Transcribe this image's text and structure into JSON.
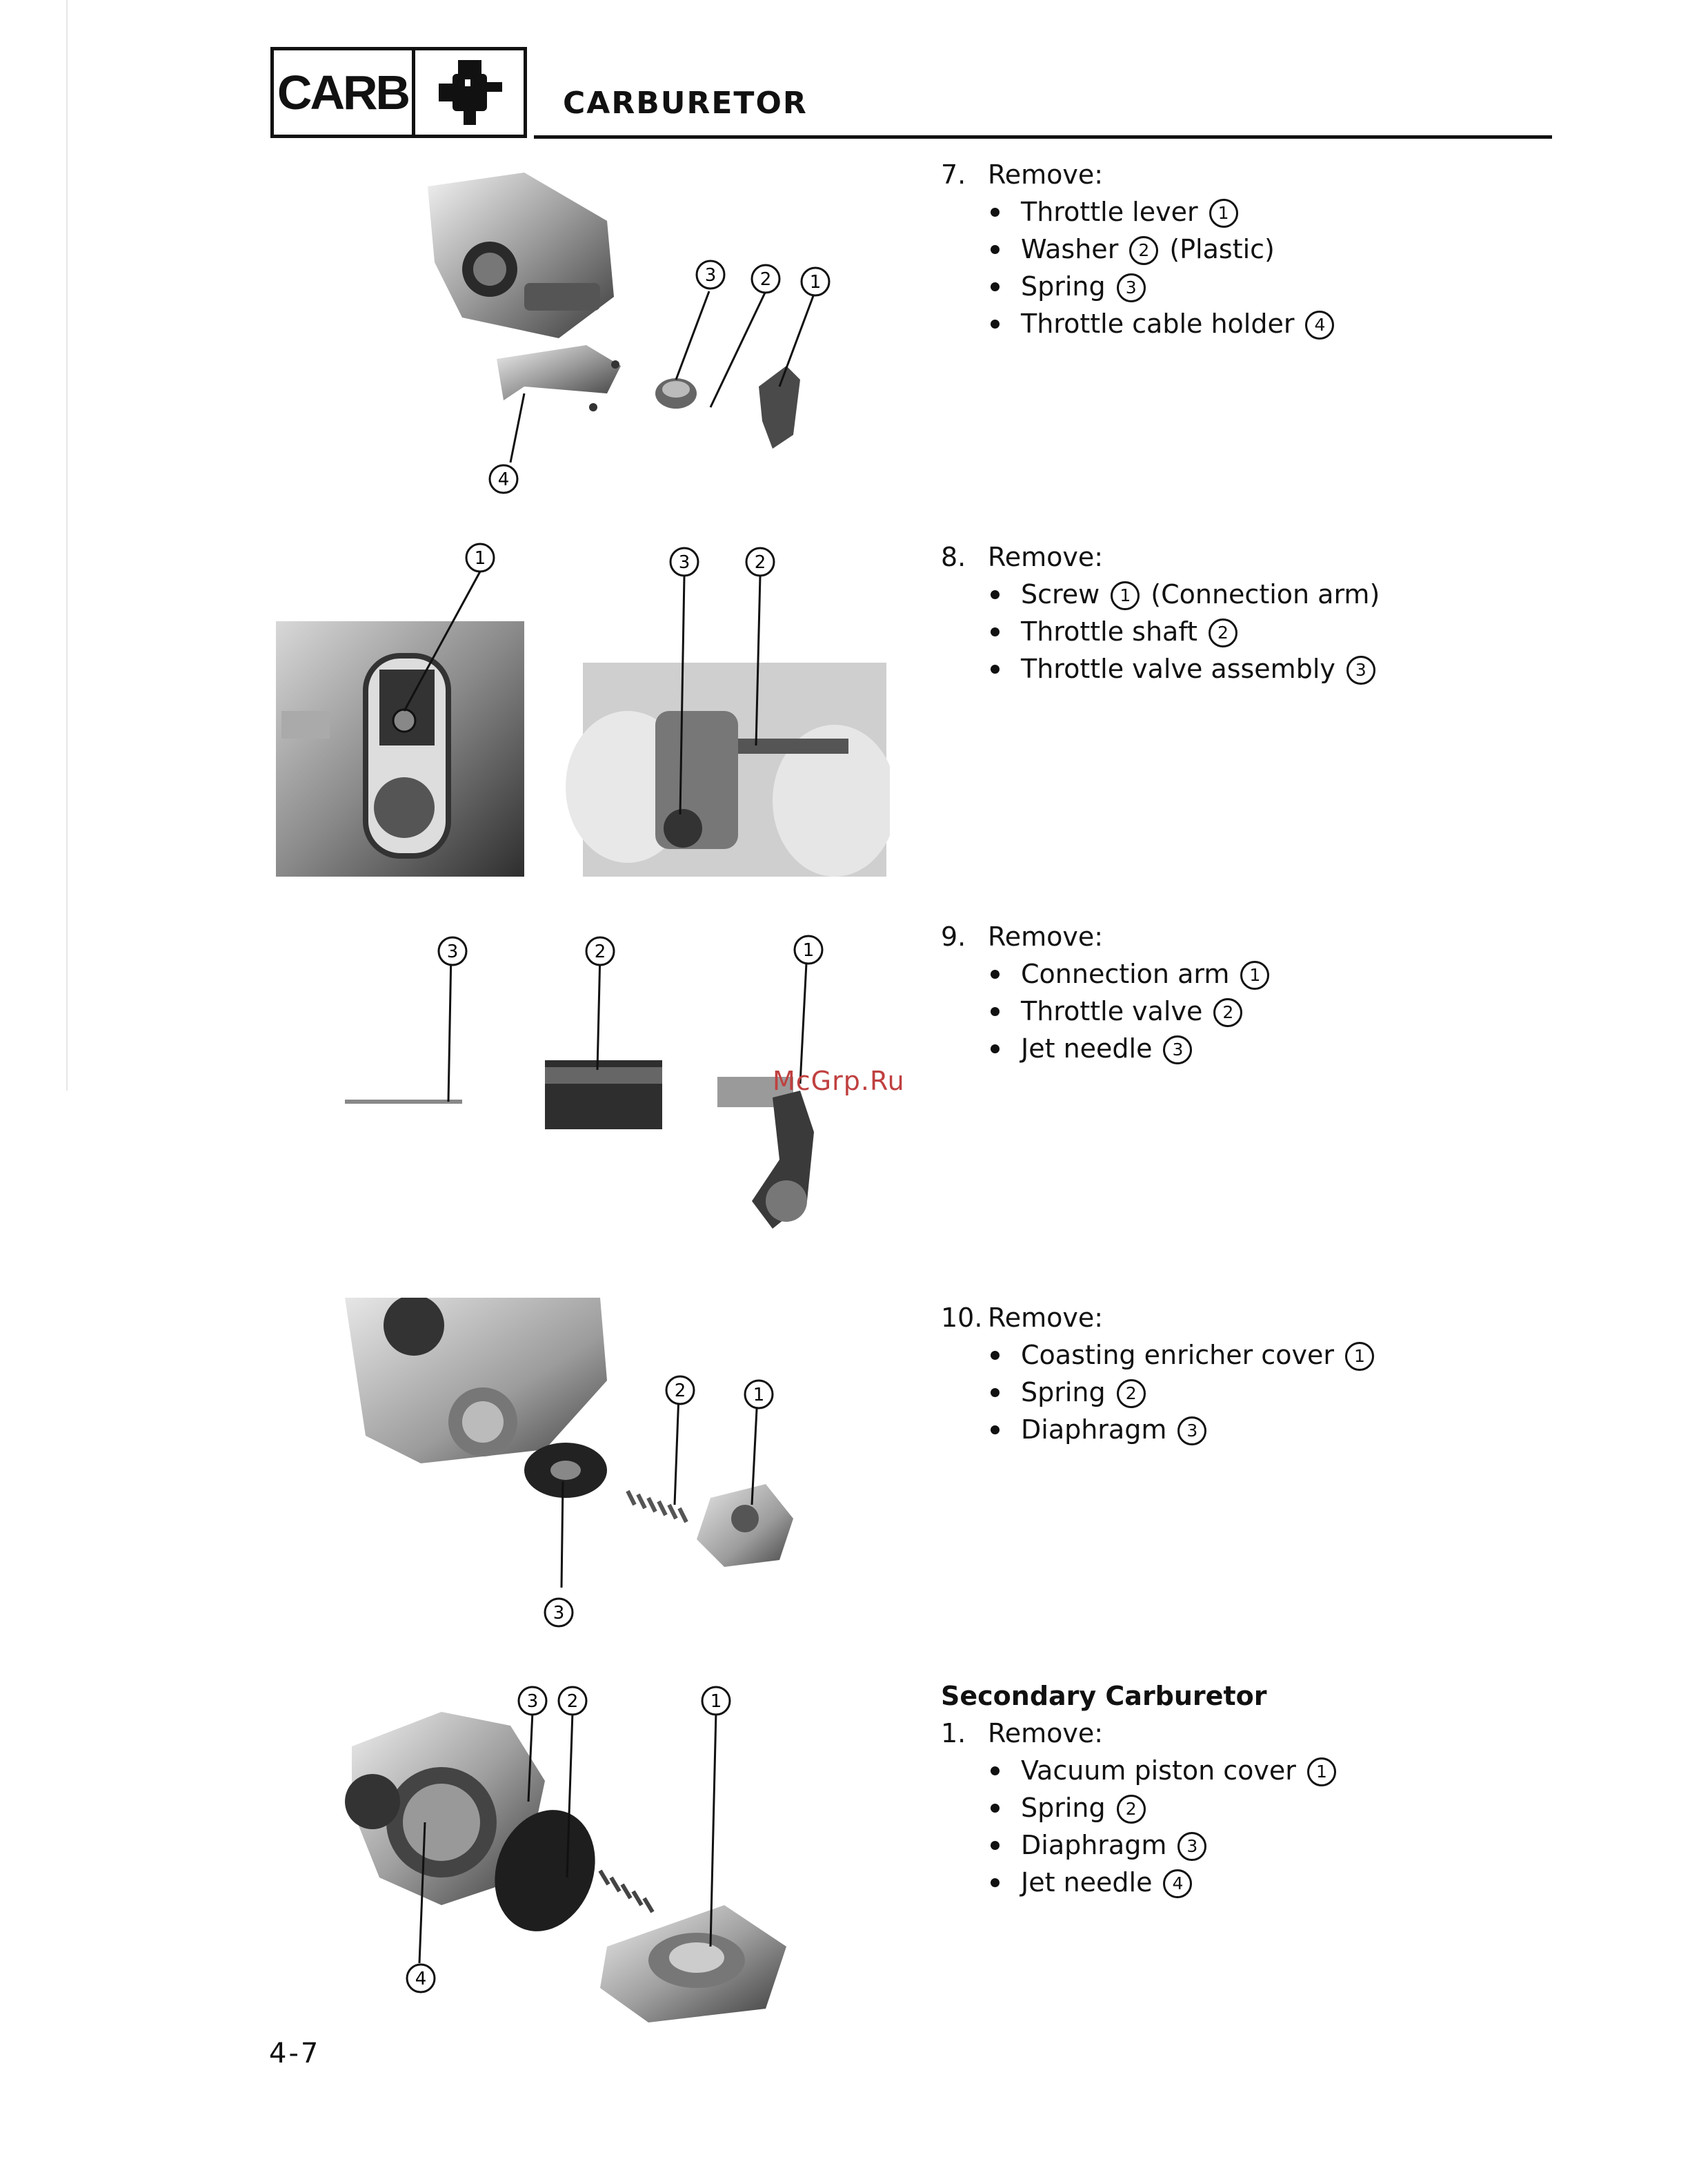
{
  "header": {
    "badge_text": "CARB",
    "badge_icon": "carburetor-icon",
    "title": "CARBURETOR"
  },
  "steps": [
    {
      "number": "7.",
      "action": "Remove:",
      "items": [
        {
          "label": "Throttle lever",
          "ref": "1",
          "note": ""
        },
        {
          "label": "Washer",
          "ref": "2",
          "note": "(Plastic)"
        },
        {
          "label": "Spring",
          "ref": "3",
          "note": ""
        },
        {
          "label": "Throttle cable holder",
          "ref": "4",
          "note": ""
        }
      ]
    },
    {
      "number": "8.",
      "action": "Remove:",
      "items": [
        {
          "label": "Screw",
          "ref": "1",
          "note": "(Connection arm)"
        },
        {
          "label": "Throttle shaft",
          "ref": "2",
          "note": ""
        },
        {
          "label": "Throttle valve assembly",
          "ref": "3",
          "note": ""
        }
      ]
    },
    {
      "number": "9.",
      "action": "Remove:",
      "items": [
        {
          "label": "Connection arm",
          "ref": "1",
          "note": ""
        },
        {
          "label": "Throttle valve",
          "ref": "2",
          "note": ""
        },
        {
          "label": "Jet needle",
          "ref": "3",
          "note": ""
        }
      ]
    },
    {
      "number": "10.",
      "action": "Remove:",
      "items": [
        {
          "label": "Coasting enricher cover",
          "ref": "1",
          "note": ""
        },
        {
          "label": "Spring",
          "ref": "2",
          "note": ""
        },
        {
          "label": "Diaphragm",
          "ref": "3",
          "note": ""
        }
      ]
    },
    {
      "heading": "Secondary Carburetor",
      "number": "1.",
      "action": "Remove:",
      "items": [
        {
          "label": "Vacuum piston cover",
          "ref": "1",
          "note": ""
        },
        {
          "label": "Spring",
          "ref": "2",
          "note": ""
        },
        {
          "label": "Diaphragm",
          "ref": "3",
          "note": ""
        },
        {
          "label": "Jet needle",
          "ref": "4",
          "note": ""
        }
      ]
    }
  ],
  "figures": {
    "fig7": [
      "3",
      "2",
      "1",
      "4"
    ],
    "fig8": [
      "1",
      "3",
      "2"
    ],
    "fig9": [
      "3",
      "2",
      "1"
    ],
    "fig10": [
      "2",
      "1",
      "3"
    ],
    "fig11": [
      "3",
      "2",
      "1",
      "4"
    ]
  },
  "watermark": "McGrp.Ru",
  "page_number": "4-7"
}
